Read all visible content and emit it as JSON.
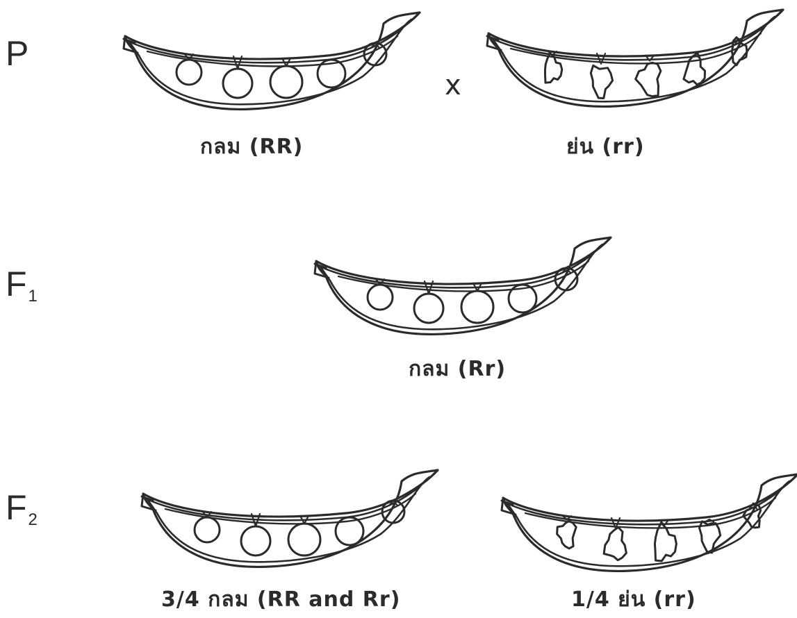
{
  "generations": {
    "p": {
      "label": "P"
    },
    "f1": {
      "label": "F",
      "sub": "1"
    },
    "f2": {
      "label": "F",
      "sub": "2"
    }
  },
  "cross_symbol": "x",
  "pods": [
    {
      "id": "p-left",
      "seed_type": "round",
      "caption": "กลม (RR)"
    },
    {
      "id": "p-right",
      "seed_type": "wrinkled",
      "caption": "ย่น (rr)"
    },
    {
      "id": "f1",
      "seed_type": "round",
      "caption": "กลม (Rr)"
    },
    {
      "id": "f2-left",
      "seed_type": "round",
      "caption": "3/4 กลม (RR and Rr)"
    },
    {
      "id": "f2-right",
      "seed_type": "wrinkled",
      "caption": "1/4 ย่น (rr)"
    }
  ],
  "colors": {
    "ink": "#2b2b2b",
    "background": "#ffffff"
  }
}
